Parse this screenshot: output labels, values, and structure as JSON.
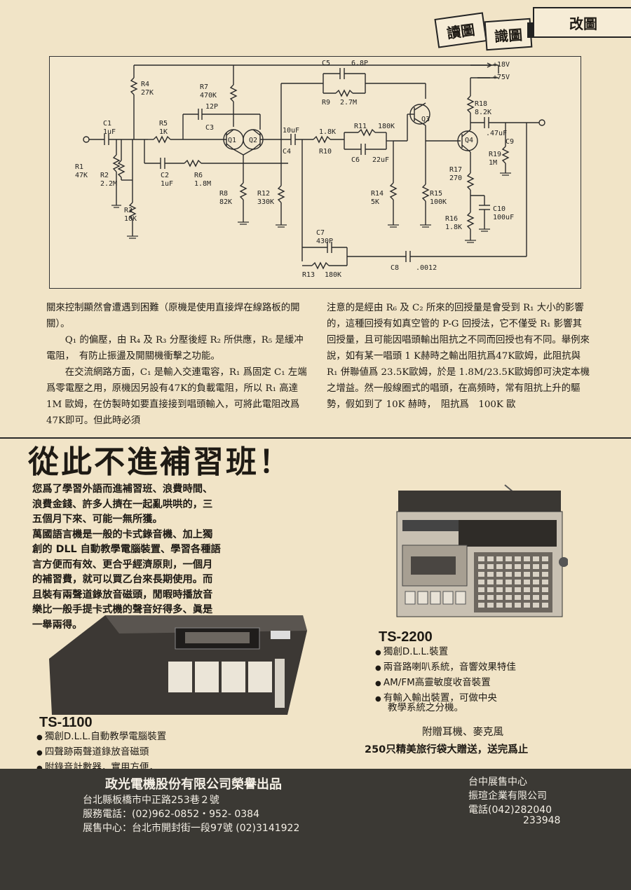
{
  "header": {
    "tab1": "讀圖",
    "tab2": "識圖",
    "tab3": "改圖"
  },
  "schematic": {
    "labels": {
      "r4": "R4",
      "r4v": "27K",
      "r7": "R7",
      "r7v": "470K",
      "c5": "C5",
      "c5v": "6.8P",
      "r9": "R9",
      "r9v": "2.7M",
      "v18": "+18V",
      "v75": "+75V",
      "c1": "C1",
      "c1v": "1uF",
      "r5": "R5",
      "r5v": "1K",
      "c3p": "12P",
      "c3": "C3",
      "q1": "Q1",
      "q2": "Q2",
      "c4v": "10uF",
      "c4": "C4",
      "r10v": "1.8K",
      "r10": "R10",
      "r11": "R11",
      "r11v": "180K",
      "c6": "C6",
      "c6v": "22uF",
      "q3": "Q3",
      "q4": "Q4",
      "r18": "R18",
      "r18v": "8.2K",
      "c9v": ".47uF",
      "c9": "C9",
      "r19": "R19",
      "r19v": "1M",
      "r1": "R1",
      "r1v": "47K",
      "r2": "R2",
      "r2v": "2.2M",
      "c2": "C2",
      "c2v": "1uF",
      "r6": "R6",
      "r6v": "1.8M",
      "r3": "R3",
      "r3v": "10K",
      "r8": "R8",
      "r8v": "82K",
      "r12": "R12",
      "r12v": "330K",
      "r14": "R14",
      "r14v": "5K",
      "r15": "R15",
      "r15v": "100K",
      "r17": "R17",
      "r17v": "270",
      "c10": "C10",
      "c10v": "100uF",
      "r16": "R16",
      "r16v": "1.8K",
      "c7": "C7",
      "c7v": "430P",
      "r13": "R13",
      "r13v": "180K",
      "c8": "C8",
      "c8v": ".0012"
    }
  },
  "article": {
    "left": [
      "關來控制顯然會遭遇到困難（原機是使用直接焊在線路板的開關）。",
      "Q₁ 的偏壓，由 R₄ 及 R₃ 分壓後經 R₂ 所供應，R₅ 是緩冲電阻，　有防止振盪及開關機衝擊之功能。",
      "在交流網路方面，C₁ 是輸入交連電容，R₁ 爲固定 C₁ 左端爲零電壓之用，原機因另設有47K的負載電阻，所以 R₁ 高達 1M 歐姆，在仿製時如要直接接到唱頭輸入，可將此電阻改爲47K即可。但此時必須"
    ],
    "right": "注意的是經由 R₆ 及 C₂ 所來的回授量是會受到 R₁ 大小的影響的，這種回授有如真空管的 P-G 回授法，它不僅受 R₁ 影響其回授量，且可能因唱頭輸出阻抗之不同而回授也有不同。舉例來說，如有某一唱頭 1 K赫時之輸出阻抗爲47K歐姆，此阻抗與 R₁ 併聯値爲 23.5K歐姆，於是 1.8M/23.5K歐姆卽可決定本機之增益。然一般線圈式的唱頭，在高頻時，常有阻抗上升的驅勢，假如到了 10K 赫時，　阻抗爲　100K 歐"
  },
  "ad": {
    "headline": "從此不進補習班！",
    "body": [
      "您爲了學習外語而進補習班、浪費時間、",
      "浪費金錢、許多人擠在一起亂哄哄的，三",
      "五個月下來、可能一無所獲。",
      "萬國語言機是一般的卡式錄音機、加上獨",
      "創的 DLL 自動教學電腦裝置、學習各種語",
      "言方便而有效、更合乎經濟原則，一個月",
      "的補習費，就可以買乙台來長期使用。而",
      "且裝有兩聲道錄放音磁頭，閒暇時播放音",
      "樂比一般手提卡式機的聲音好得多、眞是",
      "一舉兩得。"
    ],
    "ts2200": {
      "model": "TS-2200",
      "features": [
        "獨創D.L.L.裝置",
        "兩音路喇叭系統，音響效果特佳",
        "AM/FM高靈敏度收音裝置",
        "有輸入輸出裝置，可做中央"
      ],
      "feature_cont": "教學系統之分機。"
    },
    "ts1100": {
      "model": "TS-1100",
      "features": [
        "獨創D.L.L.自動教學電腦裝置",
        "四聲跡兩聲道錄放音磁頭",
        "附錄音計數器，實用方便，"
      ]
    },
    "gift1": "附贈耳機、麥克風",
    "gift2": "250只精美旅行袋大贈送，送完爲止"
  },
  "footer": {
    "company": "政光電機股份有限公司榮譽出品",
    "address": "台北縣板橋市中正路253巷２號",
    "service": "服務電話：(02)962-0852・952- 0384",
    "showroom": "展售中心：台北市開封街一段97號 (02)3141922",
    "tc_center": "台中展售中心",
    "tc_company": "振瑄企業有限公司",
    "tc_phone": "電話(042)282040",
    "tc_phone2": "233948"
  }
}
